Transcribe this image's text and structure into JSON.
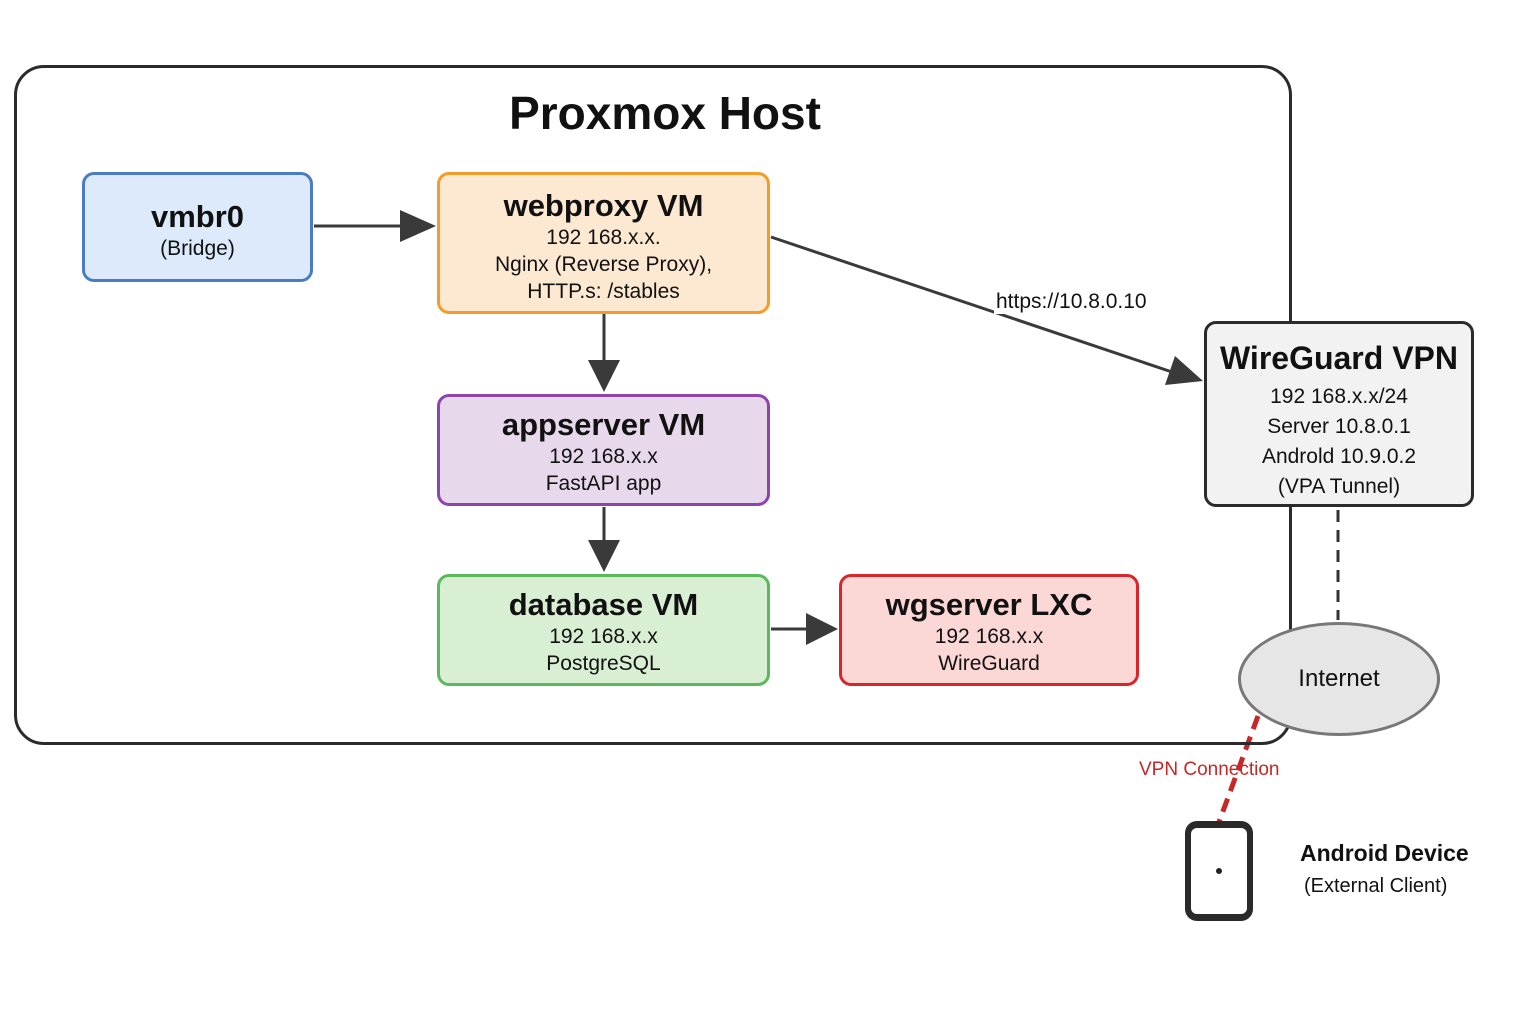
{
  "host": {
    "title": "Proxmox Host"
  },
  "nodes": {
    "vmbr0": {
      "title": "vmbr0",
      "lines": [
        "(Bridge)"
      ],
      "fill": "#dceafc",
      "border": "#4a7cc4"
    },
    "webproxy": {
      "title": "webproxy VM",
      "lines": [
        "192 168.x.x.",
        "Nginx (Reverse Proxy),",
        "HTTP.s: /stables"
      ],
      "fill": "#fde8d1",
      "border": "#f39c2a"
    },
    "appserver": {
      "title": "appserver VM",
      "lines": [
        "192 168.x.x",
        "FastAPI app"
      ],
      "fill": "#e8d8ec",
      "border": "#8e44ad"
    },
    "database": {
      "title": "database VM",
      "lines": [
        "192 168.x.x",
        "PostgreSQL"
      ],
      "fill": "#d8efd4",
      "border": "#5cb85c"
    },
    "wgserver": {
      "title": "wgserver LXC",
      "lines": [
        "192 168.x.x",
        "WireGuard"
      ],
      "fill": "#fbd7d5",
      "border": "#d9262d"
    },
    "wireguard": {
      "title": "WireGuard VPN",
      "lines": [
        "192 168.x.x/24",
        "Server 10.8.0.1",
        "Androld 10.9.0.2",
        "(VPA Tunnel)"
      ],
      "fill": "#f2f2f2",
      "border": "#2b2b2b"
    },
    "internet": {
      "title": "Internet",
      "fill": "#e6e6e6",
      "border": "#777777"
    }
  },
  "edges": {
    "https_label": "https://10.8.0.10",
    "vpn_label": "VPN Connection",
    "vpn_color": "#c62828"
  },
  "device": {
    "icon": "phone-icon",
    "title": "Android Device",
    "subtitle": "(External Client)"
  }
}
